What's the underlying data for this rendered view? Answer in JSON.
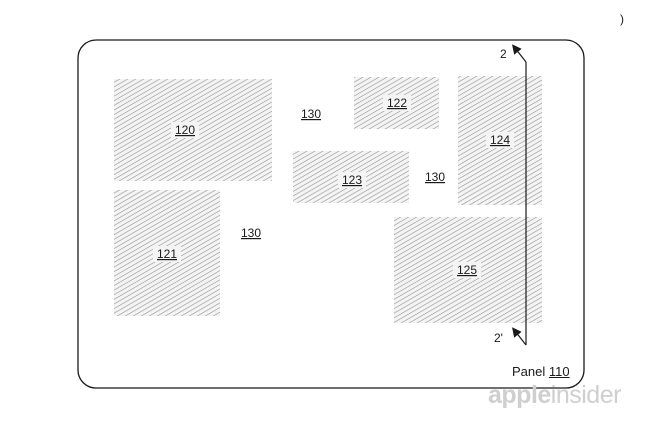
{
  "corner_mark": ")",
  "panel": {
    "label_prefix": "Panel ",
    "label_number": "110"
  },
  "regions": [
    {
      "id": "120",
      "label": "120"
    },
    {
      "id": "121",
      "label": "121"
    },
    {
      "id": "122",
      "label": "122"
    },
    {
      "id": "123",
      "label": "123"
    },
    {
      "id": "124",
      "label": "124"
    },
    {
      "id": "125",
      "label": "125"
    }
  ],
  "gap_labels": [
    "130",
    "130",
    "130"
  ],
  "section_line": {
    "top_label": "2",
    "bottom_label": "2'"
  },
  "watermark": {
    "part1": "apple",
    "part2": "insider"
  },
  "colors": {
    "outline": "#1a1a1a",
    "hatch": "#8a8a8a",
    "hatch_bg": "#f4f4f4",
    "watermark": "#cfcfcf"
  }
}
